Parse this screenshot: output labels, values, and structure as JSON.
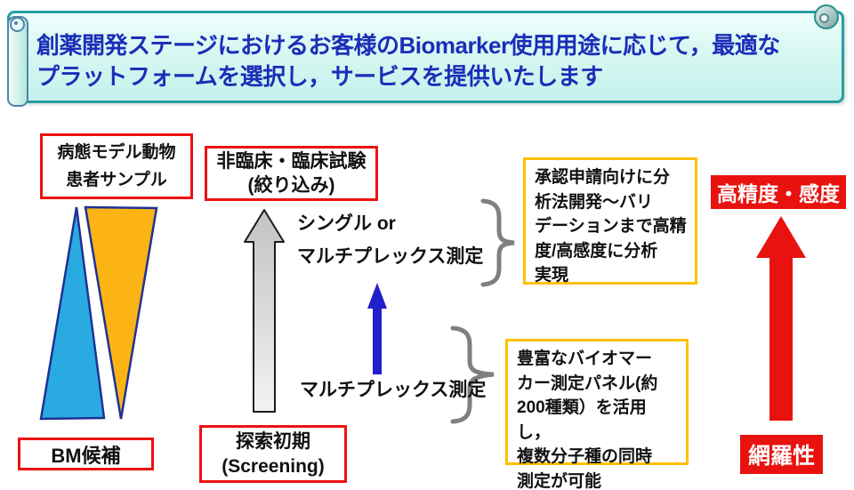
{
  "banner": {
    "line1": "創薬開発ステージにおけるお客様のBiomarker使用用途に応じて，最適な",
    "line2": "プラットフォームを選択し，サービスを提供いたします"
  },
  "left_column": {
    "sample_box": "病態モデル動物\n患者サンプル",
    "bm_candidate_box": "BM候補"
  },
  "middle_column": {
    "clinical_box": "非臨床・臨床試験\n(絞り込み)",
    "single_multiplex_label": "シングル or\nマルチプレックス測定",
    "multiplex_label": "マルチプレックス測定",
    "screening_box": "探索初期\n(Screening)"
  },
  "right_column": {
    "validation_box": "承認申請向けに分\n析法開発～バリ\nデーションまで高精\n度/高感度に分析\n実現",
    "panel_box": "豊富なバイオマー\nカー測定パネル(約\n200種類）を活用し，\n複数分子種の同時\n測定が可能",
    "precision_badge": "高精度・感度",
    "coverage_badge": "網羅性"
  },
  "colors": {
    "banner_border": "#2a9e9e",
    "banner_text": "#1b2eb8",
    "red_border": "#ee1111",
    "red_fill": "#e8120f",
    "orange_border": "#ffc000",
    "triangle_blue": "#29abe2",
    "triangle_orange": "#fcb415",
    "triangle_stroke": "#1f3293",
    "arrow_blue": "#2121cb",
    "brace_gray": "#7f7f7f"
  }
}
